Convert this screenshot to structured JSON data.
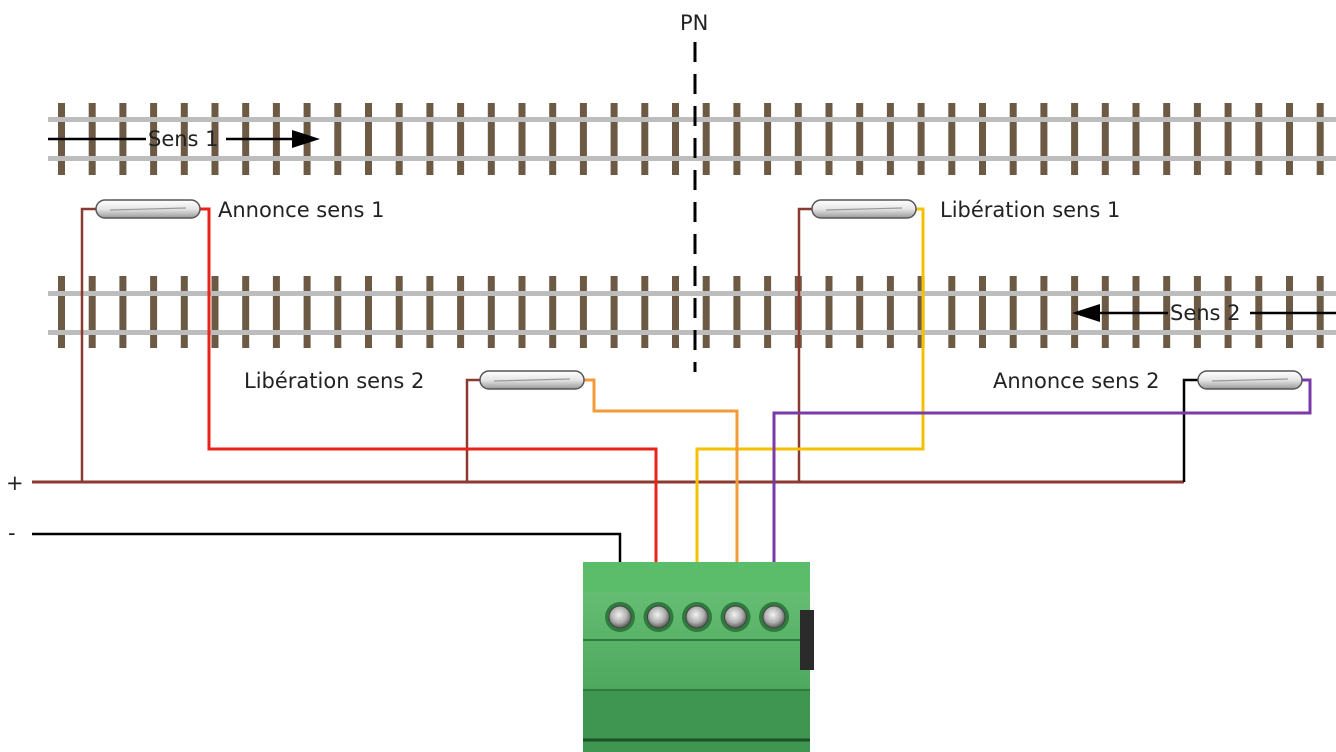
{
  "labels": {
    "pn": "PN",
    "sens1": "Sens 1",
    "sens2": "Sens 2",
    "annonce_sens1": "Annonce sens 1",
    "liberation_sens1": "Libération sens 1",
    "liberation_sens2": "Libération sens 2",
    "annonce_sens2": "Annonce sens 2",
    "plus": "+",
    "minus": "-"
  },
  "colors": {
    "positive_bus": "#8b3a2f",
    "negative_bus": "#000000",
    "annonce_sens1_wire": "#e8231b",
    "liberation_sens1_wire": "#f5c000",
    "liberation_sens2_wire": "#f39a3a",
    "annonce_sens2_wire": "#7a3aa8",
    "terminal_block": "#4caa5a",
    "rail": "#b7b7b7",
    "sleeper": "#6d5a45"
  },
  "terminal_block": {
    "terminal_count": 5
  }
}
